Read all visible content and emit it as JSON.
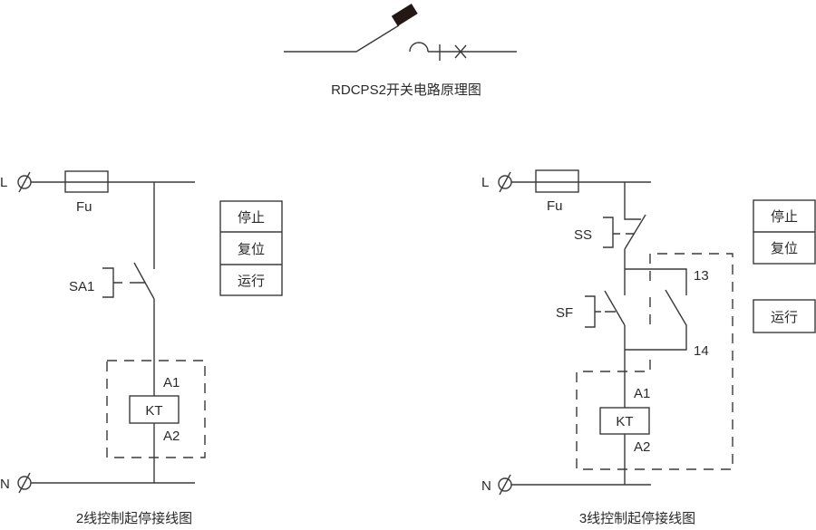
{
  "title": "RDCPS2开关电路原理图",
  "left": {
    "caption": "2线控制起停接线图",
    "L": "L",
    "N": "N",
    "fuse": "Fu",
    "switch": "SA1",
    "coil": "KT",
    "a1": "A1",
    "a2": "A2",
    "buttons": [
      "停止",
      "复位",
      "运行"
    ]
  },
  "right": {
    "caption": "3线控制起停接线图",
    "L": "L",
    "N": "N",
    "fuse": "Fu",
    "stop": "SS",
    "start": "SF",
    "coil": "KT",
    "a1": "A1",
    "a2": "A2",
    "t13": "13",
    "t14": "14",
    "buttons": [
      "停止",
      "复位",
      "运行"
    ]
  },
  "colors": {
    "line": "#3a3a3a",
    "symbol": "#231815"
  }
}
